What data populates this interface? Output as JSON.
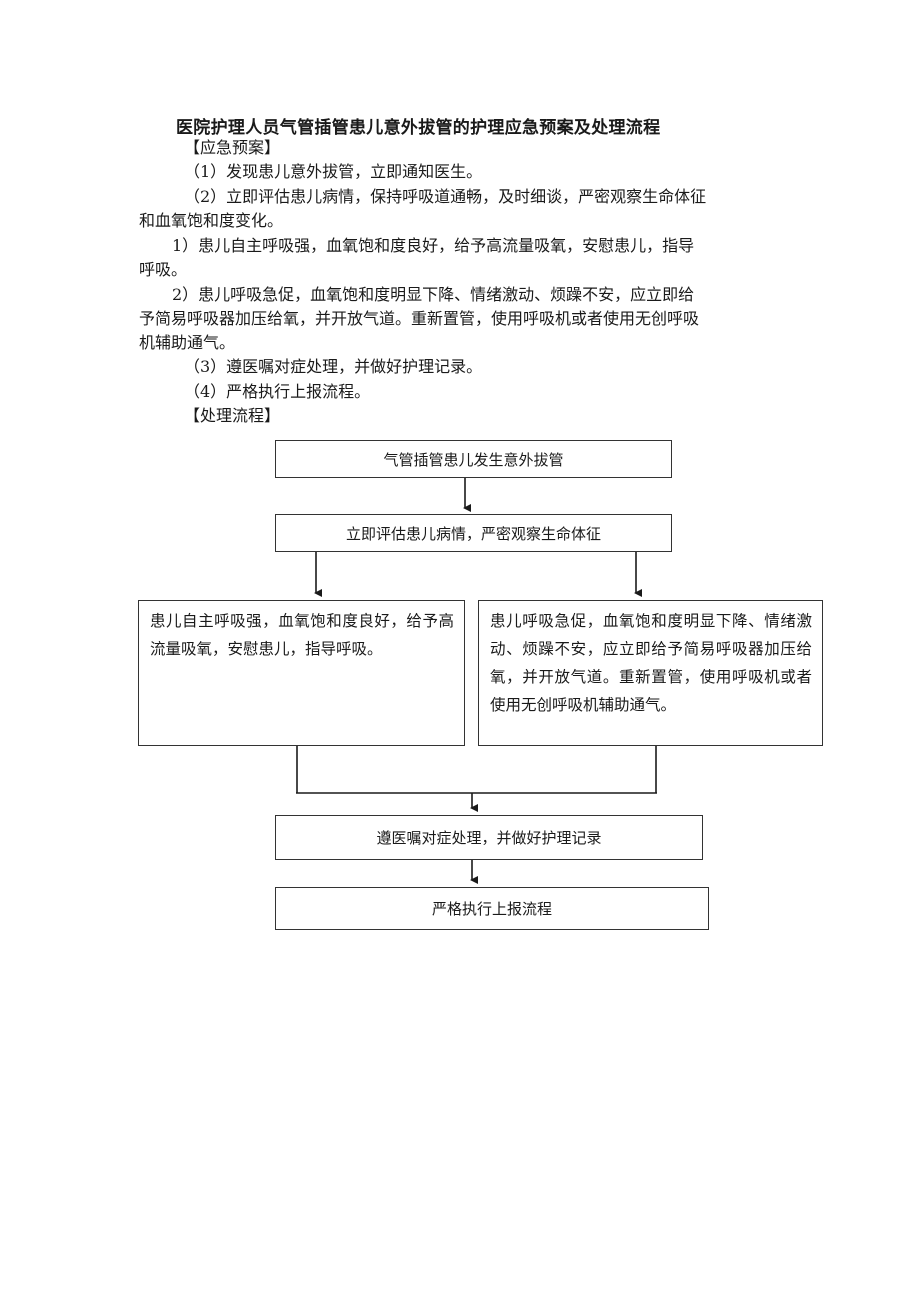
{
  "document": {
    "title": "医院护理人员气管插管患儿意外拔管的护理应急预案及处理流程",
    "section_emergency_plan": "【应急预案】",
    "plan_steps": [
      "（1）发现患儿意外拔管，立即通知医生。",
      "（2）立即评估患儿病情，保持呼吸道通畅，及时细谈，严密观察生命体征",
      "和血氧饱和度变化。",
      "1）患儿自主呼吸强，血氧饱和度良好，给予高流量吸氧，安慰患儿，指导",
      "呼吸。",
      "2）患儿呼吸急促，血氧饱和度明显下降、情绪激动、烦躁不安，应立即给",
      "予简易呼吸器加压给氧，并开放气道。重新置管，使用呼吸机或者使用无创呼吸",
      "机辅助通气。",
      "（3）遵医嘱对症处理，并做好护理记录。",
      "（4）严格执行上报流程。"
    ],
    "section_process": "【处理流程】"
  },
  "flowchart": {
    "step1": "气管插管患儿发生意外拔管",
    "step2": "立即评估患儿病情，严密观察生命体征",
    "branch_left": "患儿自主呼吸强，血氧饱和度良好，给予高流量吸氧，安慰患儿，指导呼吸。",
    "branch_right": "患儿呼吸急促，血氧饱和度明显下降、情绪激动、烦躁不安，应立即给予简易呼吸器加压给氧，并开放气道。重新置管，使用呼吸机或者使用无创呼吸机辅助通气。",
    "step3": "遵医嘱对症处理，并做好护理记录",
    "step4": "严格执行上报流程"
  }
}
